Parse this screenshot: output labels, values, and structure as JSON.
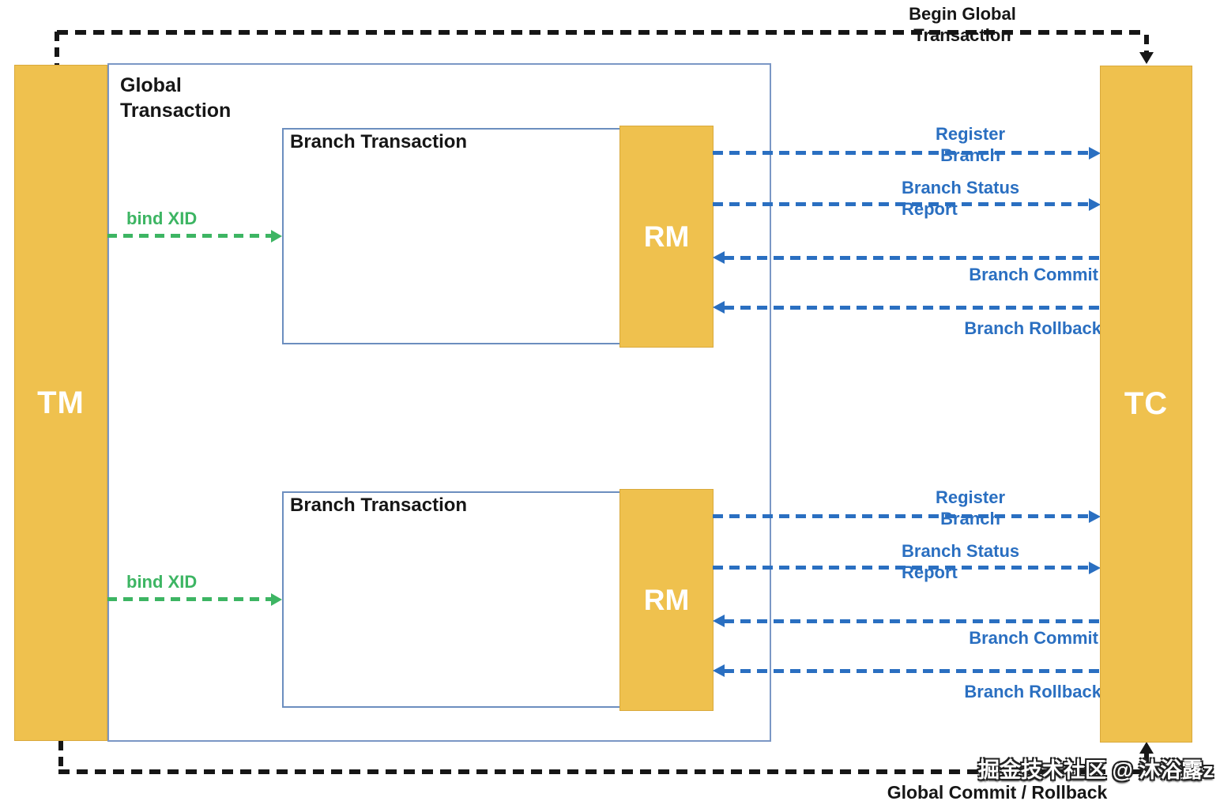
{
  "nodes": {
    "tm": "TM",
    "tc": "TC",
    "global_line1": "Global",
    "global_line2": "Transaction"
  },
  "connectors": {
    "begin_line1": "Begin Global",
    "begin_line2": "Transaction",
    "global_commit_rollback": "Global Commit / Rollback"
  },
  "branches": [
    {
      "title": "Branch Transaction",
      "rm": "RM",
      "bind": "bind XID",
      "messages": {
        "register_line1": "Register",
        "register_line2": "Branch",
        "status_line1": "Branch Status",
        "status_line2": "Report",
        "commit": "Branch Commit",
        "rollback": "Branch Rollback"
      }
    },
    {
      "title": "Branch Transaction",
      "rm": "RM",
      "bind": "bind XID",
      "messages": {
        "register_line1": "Register",
        "register_line2": "Branch",
        "status_line1": "Branch Status",
        "status_line2": "Report",
        "commit": "Branch Commit",
        "rollback": "Branch Rollback"
      }
    }
  ],
  "watermark": "掘金技术社区 @ 沐浴露z",
  "colors": {
    "node_fill": "#EFC14E",
    "blue_accent": "#2A6FC1",
    "green_accent": "#3DB563",
    "box_border": "#6C8EBF",
    "black": "#161616"
  }
}
